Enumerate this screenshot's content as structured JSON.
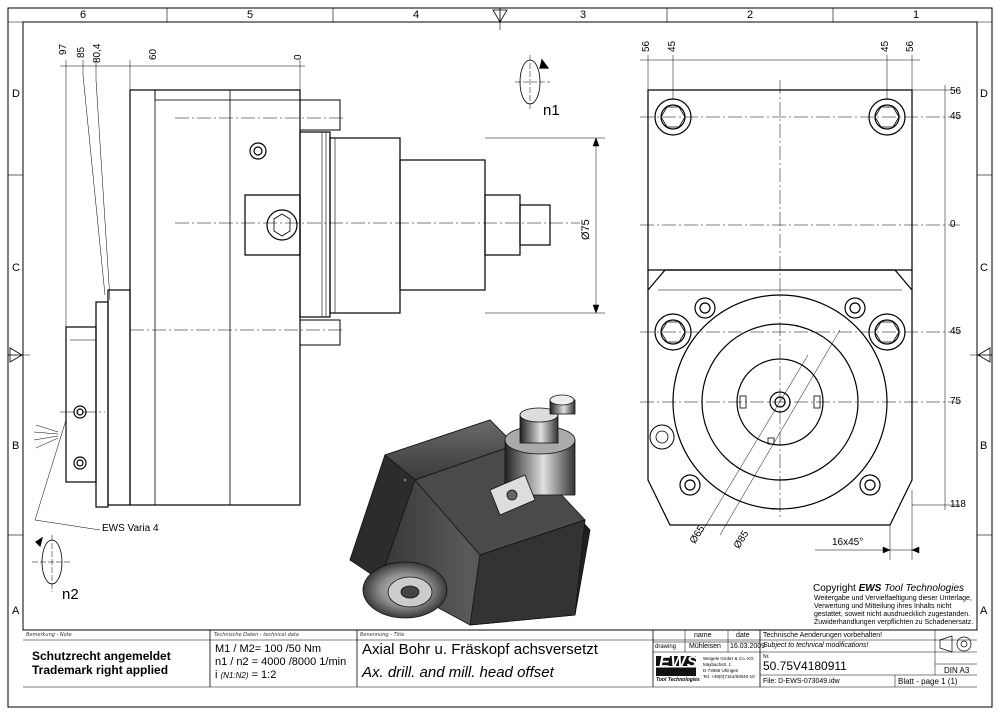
{
  "zones": {
    "columns": [
      "6",
      "5",
      "4",
      "3",
      "2",
      "1"
    ],
    "rows": [
      "D",
      "C",
      "B",
      "A"
    ]
  },
  "side_view": {
    "top_dims": [
      "97",
      "85",
      "80,4",
      "60",
      "0"
    ],
    "diameter_label": "Ø75",
    "rotation_label_top": "n1",
    "rotation_label_bottom": "n2",
    "leader_label": "EWS Varia 4"
  },
  "front_view": {
    "top_dims": [
      "56",
      "45",
      "45",
      "56"
    ],
    "right_dims": [
      "56",
      "45",
      "0",
      "45",
      "75",
      "118"
    ],
    "diameter_labels": [
      "Ø65",
      "Ø85"
    ],
    "chamfer_label": "16x45°"
  },
  "copyright": {
    "prefix": "Copyright ",
    "brand": "EWS",
    "suffix": " Tool Technologies",
    "lines": [
      "Weitergabe und Vervielfaeltigung dieser Unterlage,",
      "Verwertung und Mitteilung ihres Inhalts nicht",
      "gestattet, soweit nicht ausdruecklich zugestanden.",
      "Zuwiderhandlungen verpflichten zu Schadenersatz."
    ]
  },
  "title_block": {
    "remarks_caption": "Bemerkung - Note",
    "remarks_line1": "Schutzrecht angemeldet",
    "remarks_line2": "Trademark right applied",
    "tech_caption": "Technische Daten - technical data",
    "tech_m": "M1 / M2= 100 /50  Nm",
    "tech_n": "n1 / n2 = 4000 /8000   1/min",
    "tech_i_pre": "i ",
    "tech_i_mid": "(N1:N2)",
    "tech_i_post": "  = 1:2",
    "title_caption": "Benennung - Title",
    "title_de": "Axial Bohr u. Fräskopf achsversetzt",
    "title_en": "Ax. drill. and mill. head offset",
    "col_name": "name",
    "col_date": "date",
    "row_label": "drawing",
    "drawer": "Mühleisen",
    "draw_date": "16.03.2009",
    "logo": "EWS",
    "logo_sub": "Tool Technologies",
    "company_lines": [
      "Weigele GmbH & Co. KG",
      "Maybachstr. 1",
      "D-73066 Uhingen",
      "Tel. +49(0)7161/93040-10"
    ],
    "change_note": "Technische Aenderungen vorbehalten!",
    "change_note_en": "Subject to technical modifications!",
    "nr_caption": "Nr.",
    "part_no": "50.75V4180911",
    "file_label": "File: D-EWS-073049.idw",
    "din": "DIN A3",
    "sheet": "Blatt - page  1 (1)"
  }
}
